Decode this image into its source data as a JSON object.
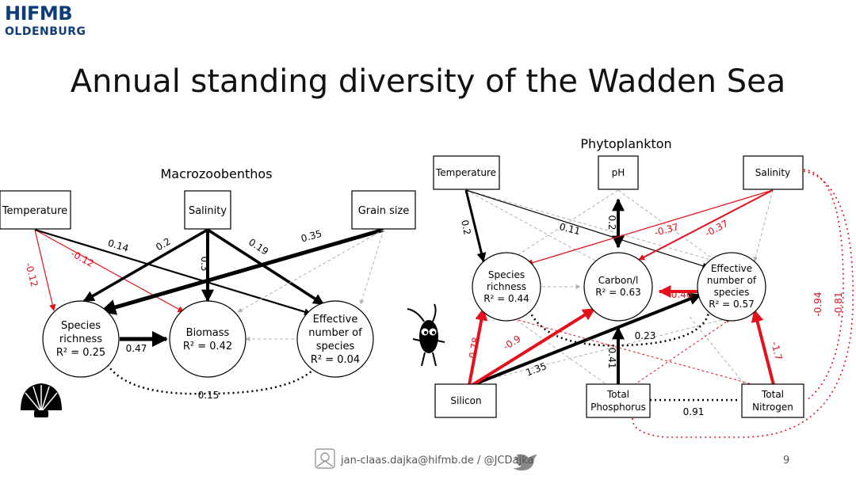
{
  "header": {
    "logo_top": "HIFMB",
    "logo_bottom": "OLDENBURG"
  },
  "title": "Annual standing diversity of the Wadden Sea",
  "colors": {
    "negative": "#e3111b",
    "positive": "#000000",
    "nonsignificant": "#b0b0b0",
    "brand": "#0f3d7a"
  },
  "macro": {
    "heading": "Macrozoobenthos",
    "boxes": {
      "temperature": "Temperature",
      "salinity": "Salinity",
      "grain_size": "Grain size"
    },
    "nodes": {
      "richness": [
        "Species",
        "richness",
        "R² = 0.25"
      ],
      "biomass": [
        "Biomass",
        "R² = 0.42"
      ],
      "effective": [
        "Effective",
        "number of",
        "species",
        "R² = 0.04"
      ]
    },
    "labels": {
      "temp_richness": "-0.12",
      "temp_biomass": "-0.12",
      "temp_effective": "0.14",
      "sal_richness": "0.2",
      "sal_biomass": "0.3",
      "sal_effective": "0.19",
      "grain_richness": "0.35",
      "rich_biomass": "0.47",
      "rich_effective": "0.15"
    }
  },
  "phyto": {
    "heading": "Phytoplankton",
    "boxes": {
      "temperature": "Temperature",
      "ph": "pH",
      "salinity": "Salinity",
      "silicon": "Silicon",
      "phosphorus": [
        "Total",
        "Phosphorus"
      ],
      "nitrogen": [
        "Total",
        "Nitrogen"
      ]
    },
    "nodes": {
      "richness": [
        "Species",
        "richness",
        "R² = 0.44"
      ],
      "carbon": [
        "Carbon/l",
        "R² = 0.63"
      ],
      "effective": [
        "Effective",
        "number of",
        "species",
        "R² = 0.57"
      ]
    },
    "labels": {
      "temp_richness": "0.2",
      "temp_effective": "0.11",
      "ph_carbon": "0.2",
      "sal_richness": "-0.37",
      "sal_carbon": "-0.37",
      "eff_carbon": "-0.46",
      "rich_effective": "0.23",
      "si_richness": "-0.78",
      "si_carbon": "-0.9",
      "si_effective": "1.35",
      "p_carbon": "0.41",
      "n_effective": "-1.7",
      "p_n": "0.91",
      "sal_n": "-0.94",
      "sal_p": "-0.81"
    }
  },
  "footer": {
    "contact": "jan-claas.dajka@hifmb.de / @JCDajka",
    "page": "9"
  }
}
